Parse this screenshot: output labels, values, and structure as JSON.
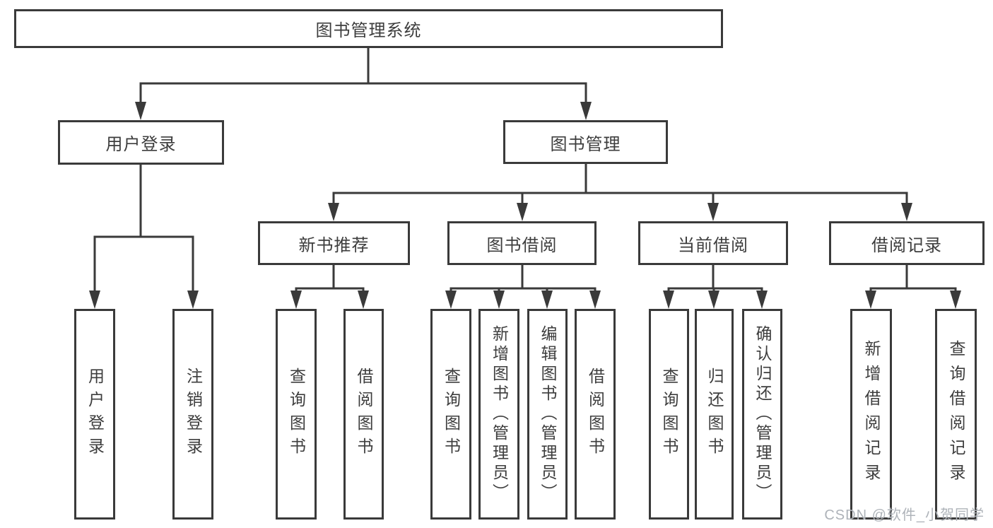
{
  "diagram_type": "hierarchy",
  "tree": {
    "label": "图书管理系统",
    "children": [
      {
        "label": "用户登录",
        "children": [
          {
            "label": "用户登录"
          },
          {
            "label": "注销登录"
          }
        ]
      },
      {
        "label": "图书管理",
        "children": [
          {
            "label": "新书推荐",
            "children": [
              {
                "label": "查询图书"
              },
              {
                "label": "借阅图书"
              }
            ]
          },
          {
            "label": "图书借阅",
            "children": [
              {
                "label": "查询图书"
              },
              {
                "label": "新增图书（管理员）"
              },
              {
                "label": "编辑图书（管理员）"
              },
              {
                "label": "借阅图书"
              }
            ]
          },
          {
            "label": "当前借阅",
            "children": [
              {
                "label": "查询图书"
              },
              {
                "label": "归还图书"
              },
              {
                "label": "确认归还（管理员）"
              }
            ]
          },
          {
            "label": "借阅记录",
            "children": [
              {
                "label": "新增借阅记录"
              },
              {
                "label": "查询借阅记录"
              }
            ]
          }
        ]
      }
    ]
  },
  "watermark": {
    "text": "CSDN @软件_小贺同学"
  },
  "colors": {
    "line": "#3a3a3a",
    "text": "#3d3d3d",
    "box_background": "#ffffff",
    "page_background": "#ffffff",
    "watermark": "#aeb3b9"
  }
}
